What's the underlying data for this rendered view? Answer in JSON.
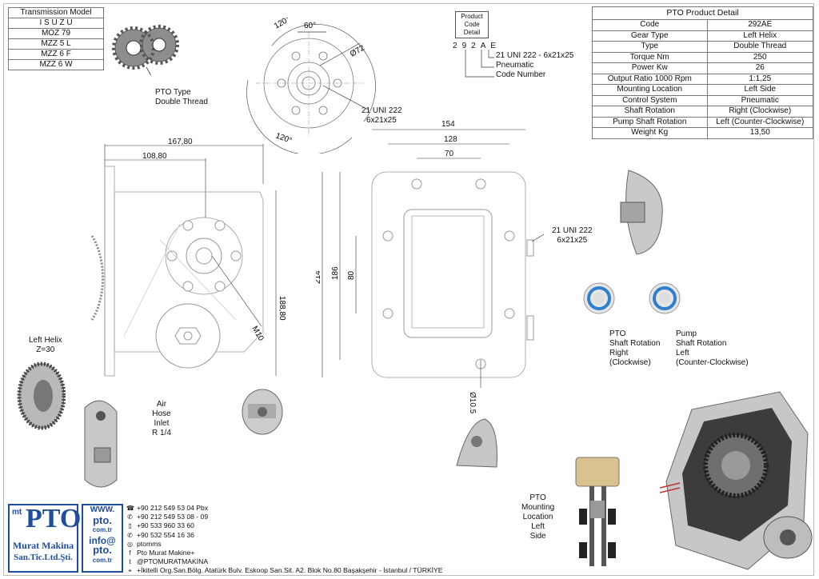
{
  "transmission": {
    "header": "Transmission Model",
    "rows": [
      "I S U Z U",
      "MOZ 79",
      "MZZ 5 L",
      "MZZ 6 F",
      "MZZ 6 W"
    ]
  },
  "pto_type": {
    "line1": "PTO Type",
    "line2": "Double Thread"
  },
  "front_view": {
    "angle_top": "120°",
    "angle_mid": "60°",
    "angle_bottom": "120°",
    "diameter": "Ø72",
    "thread_line1": "21 UNI 222",
    "thread_line2": "6x21x25"
  },
  "code_box": {
    "title_lines": [
      "Product",
      "Code",
      "Detail"
    ],
    "digits": [
      "2",
      "9",
      "2",
      "A",
      "E"
    ],
    "label1": "21 UNI 222 - 6x21x25",
    "label2": "Pneumatic",
    "label3": "Code Number"
  },
  "product_detail": {
    "title": "PTO Product Detail",
    "rows": [
      {
        "k": "Code",
        "v": "292AE"
      },
      {
        "k": "Gear Type",
        "v": "Left Helix"
      },
      {
        "k": "Type",
        "v": "Double Thread"
      },
      {
        "k": "Torque Nm",
        "v": "250"
      },
      {
        "k": "Power Kw",
        "v": "26"
      },
      {
        "k": "Output Ratio 1000 Rpm",
        "v": "1:1,25"
      },
      {
        "k": "Mounting Location",
        "v": "Left Side"
      },
      {
        "k": "Control System",
        "v": "Pneumatic"
      },
      {
        "k": "Shaft Rotation",
        "v": "Right (Clockwise)"
      },
      {
        "k": "Pump Shaft Rotation",
        "v": "Left (Counter-Clockwise)"
      },
      {
        "k": "Weight Kg",
        "v": "13,50"
      }
    ]
  },
  "side_view": {
    "dim_overall": "167,80",
    "dim_partial": "108,80",
    "dim_height": "188,80",
    "thread": "M10",
    "helix_line1": "Left Helix",
    "helix_line2": "Z=30",
    "air_lines": [
      "Air",
      "Hose",
      "Inlet",
      "R 1/4"
    ]
  },
  "rear_view": {
    "dim_width": "154",
    "dim_128": "128",
    "dim_70": "70",
    "dim_214": "214",
    "dim_186": "186",
    "dim_80": "80",
    "bore": "Ø10.5",
    "thread_line1": "21 UNI 222",
    "thread_line2": "6x21x25"
  },
  "rotation": {
    "pto": [
      "PTO",
      "Shaft Rotation",
      "Right",
      "(Clockwise)"
    ],
    "pump": [
      "Pump",
      "Shaft Rotation",
      "Left",
      "(Counter-Clockwise)"
    ],
    "color_ring": "#2f7fd0"
  },
  "mounting": [
    "PTO",
    "Mounting",
    "Location",
    "Left",
    "Side"
  ],
  "brand": {
    "logo_main": "PTO",
    "logo_prefix": "mt",
    "company_line1": "Murat Makina",
    "company_line2": "San.Tic.Ltd.Şti.",
    "web_lines": [
      "WWW.",
      "pto.",
      "com.tr",
      "info@",
      "pto.",
      "com.tr"
    ],
    "color": "#1f4e9c"
  },
  "contact": [
    {
      "icon": "phone-icon",
      "glyph": "☎",
      "text": "+90 212 549 53 04  Pbx"
    },
    {
      "icon": "fax-icon",
      "glyph": "✆",
      "text": "+90 212 549 53 08 - 09"
    },
    {
      "icon": "mobile-icon",
      "glyph": "▯",
      "text": "+90 533 960 33 60"
    },
    {
      "icon": "whatsapp-icon",
      "glyph": "✆",
      "text": "+90 532 554 16 36"
    },
    {
      "icon": "instagram-icon",
      "glyph": "◎",
      "text": "ptomms"
    },
    {
      "icon": "facebook-icon",
      "glyph": "f",
      "text": "Pto Murat Makine+"
    },
    {
      "icon": "twitter-icon",
      "glyph": "t",
      "text": "@PTOMURATMAKİNA"
    },
    {
      "icon": "location-icon",
      "glyph": "⌖",
      "text": "+İkitelli Org.San.Bölg. Atatürk Bulv. Eskoop San.Sit. A2. Blok No.80 Başakşehir - İstanbul / TÜRKİYE"
    }
  ]
}
